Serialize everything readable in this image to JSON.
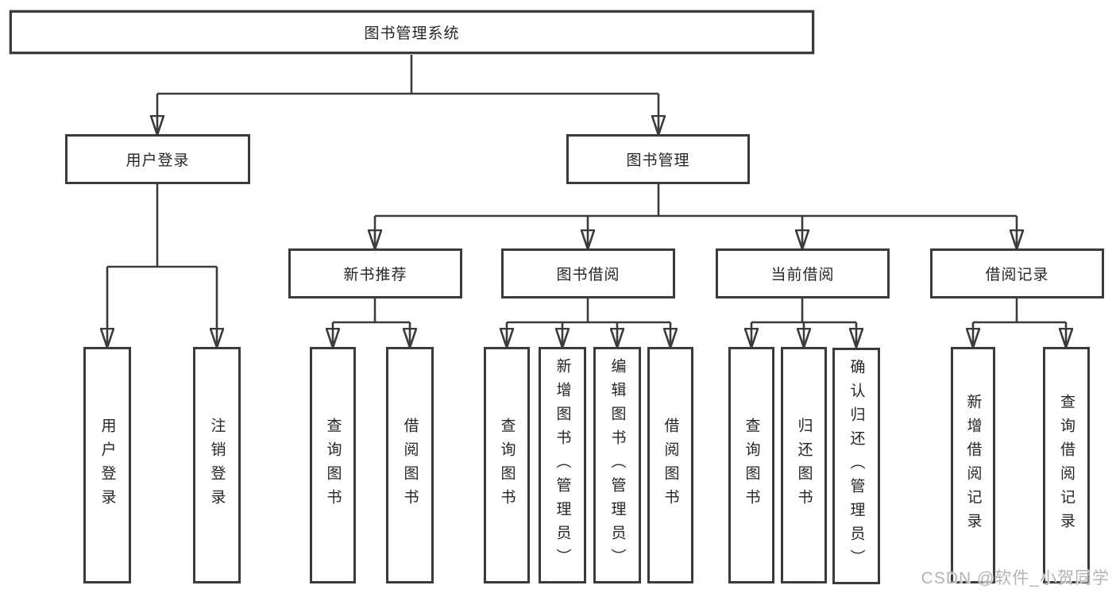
{
  "diagram": {
    "root": {
      "label": "图书管理系统"
    },
    "level2": [
      {
        "label": "用户登录"
      },
      {
        "label": "图书管理"
      }
    ],
    "level3": [
      {
        "label": "新书推荐"
      },
      {
        "label": "图书借阅"
      },
      {
        "label": "当前借阅"
      },
      {
        "label": "借阅记录"
      }
    ],
    "leaves": [
      {
        "label": "用户登录"
      },
      {
        "label": "注销登录"
      },
      {
        "label": "查询图书"
      },
      {
        "label": "借阅图书"
      },
      {
        "label": "查询图书"
      },
      {
        "label": "新增图书（管理员）"
      },
      {
        "label": "编辑图书（管理员）"
      },
      {
        "label": "借阅图书"
      },
      {
        "label": "查询图书"
      },
      {
        "label": "归还图书"
      },
      {
        "label": "确认归还（管理员）"
      },
      {
        "label": "新增借阅记录"
      },
      {
        "label": "查询借阅记录"
      }
    ]
  },
  "watermark": {
    "text": "CSDN @软件_小贺同学"
  },
  "colors": {
    "line": "#3b3b3b",
    "text": "#262626",
    "watermark": "#b3b3b3",
    "background": "#ffffff"
  }
}
